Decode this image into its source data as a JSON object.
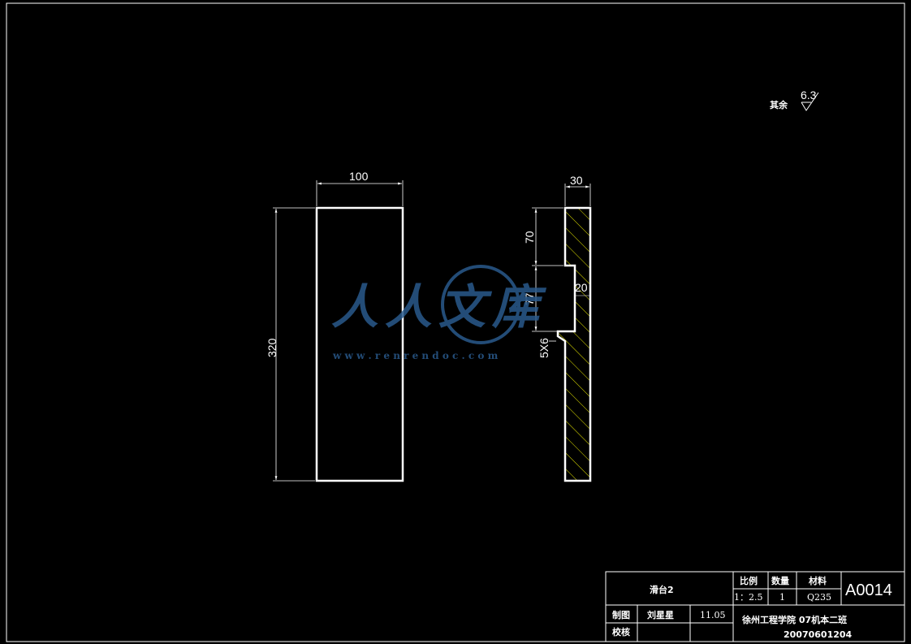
{
  "surface_note": {
    "label": "其余",
    "roughness_value": "6.3"
  },
  "front_view": {
    "width_dim": "100",
    "height_dim": "320"
  },
  "side_view": {
    "thickness_dim": "30",
    "top_dim": "70",
    "slot_dim": "77",
    "slot_depth_dim": "20",
    "chamfer_dim": "5X6"
  },
  "watermark": {
    "text": "人人文库",
    "url": "w w w . r e n r e n d o c . c o m"
  },
  "title_block": {
    "part_name": "滑台2",
    "scale_label": "比例",
    "scale_value": "1：2.5",
    "qty_label": "数量",
    "qty_value": "1",
    "material_label": "材料",
    "material_value": "Q235",
    "drawing_no": "A0014",
    "drawn_label": "制图",
    "drawn_name": "刘星星",
    "drawn_date": "11.05",
    "check_label": "校核",
    "school": "徐州工程学院 07机本二班",
    "student_id": "20070601204"
  },
  "colors": {
    "background": "#000000",
    "lines": "#ffffff",
    "hatch": "#e6e600",
    "watermark": "#2a5a8c"
  }
}
